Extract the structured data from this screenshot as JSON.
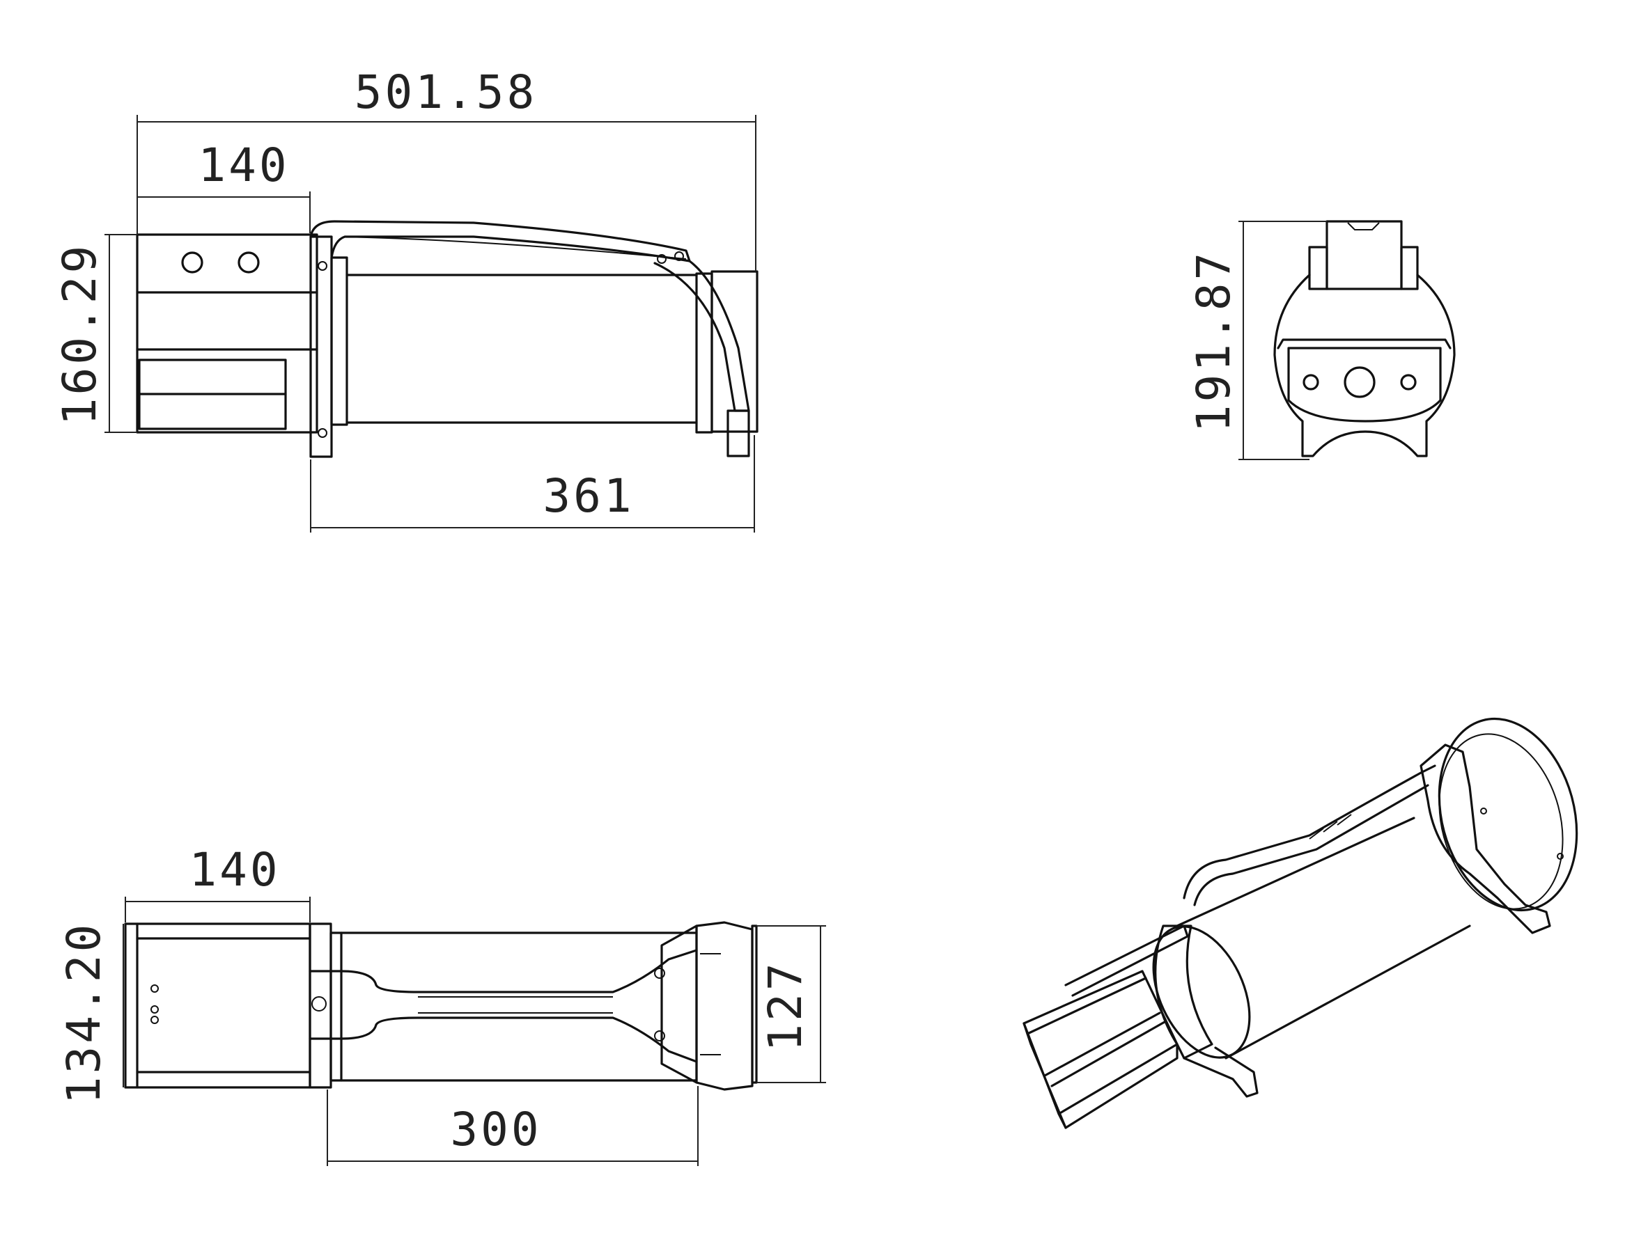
{
  "dimensions": {
    "side_overall": "501.58",
    "side_motor": "140",
    "side_height": "160.29",
    "side_drum": "361",
    "end_height": "191.87",
    "top_motor": "140",
    "top_width": "134.20",
    "top_drum": "300",
    "top_gearbox": "127"
  }
}
